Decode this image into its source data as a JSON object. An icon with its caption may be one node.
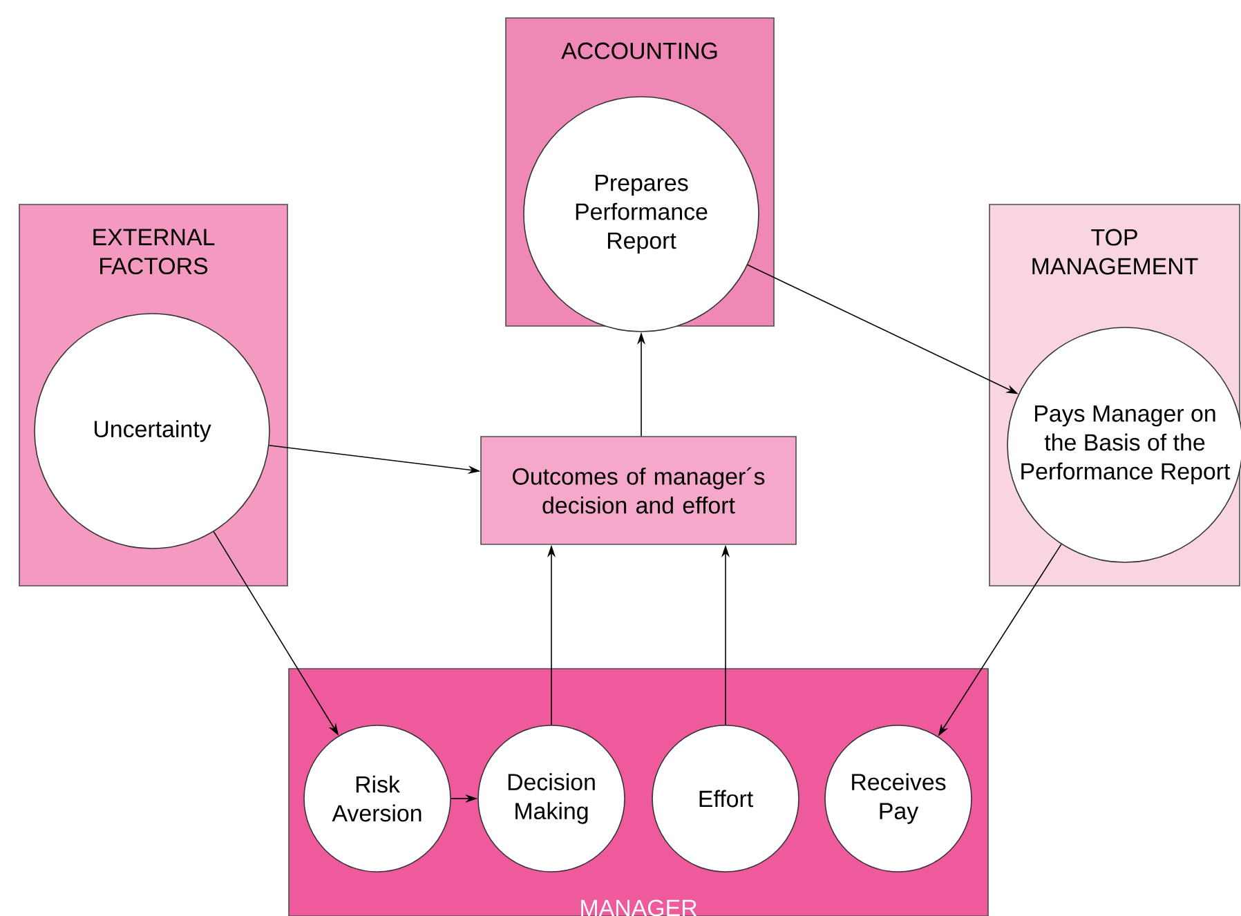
{
  "diagram": {
    "nodes": [
      {
        "text": [
          "ACCOUNTING"
        ]
      },
      {
        "text": [
          "Prepares Performance Report"
        ],
        "in": 0
      },
      {
        "text": [
          "EXTERNAL FACTORS"
        ]
      },
      {
        "text": [
          "Uncertainty"
        ],
        "in": 2
      },
      {
        "text": [
          "TOP MANAGEMENT"
        ]
      },
      {
        "text": [
          "Pays Manager on the Basis of the Performance Report"
        ],
        "in": 4
      },
      {
        "text": [
          "Outcomes of manager´s decision and effort"
        ]
      },
      {
        "text": [
          "MANAGER"
        ]
      },
      {
        "text": [
          "Risk Aversion"
        ],
        "in": 7
      },
      {
        "text": [
          "Decision Making"
        ],
        "in": 7
      },
      {
        "text": [
          "Effort"
        ],
        "in": 7
      },
      {
        "text": [
          "Receives Pay"
        ],
        "in": 7
      }
    ],
    "edges": [
      {
        "from": 3,
        "to": 6,
        "arrow": "to"
      },
      {
        "from": 3,
        "to": 8,
        "arrow": "to"
      },
      {
        "from": 6,
        "to": 1,
        "arrow": "to"
      },
      {
        "from": 1,
        "to": 5,
        "arrow": "to"
      },
      {
        "from": 5,
        "to": 11,
        "arrow": "to"
      },
      {
        "from": 8,
        "to": 9,
        "arrow": "to"
      },
      {
        "from": 9,
        "to": 6,
        "arrow": "to"
      },
      {
        "from": 10,
        "to": 6,
        "arrow": "to"
      }
    ]
  }
}
